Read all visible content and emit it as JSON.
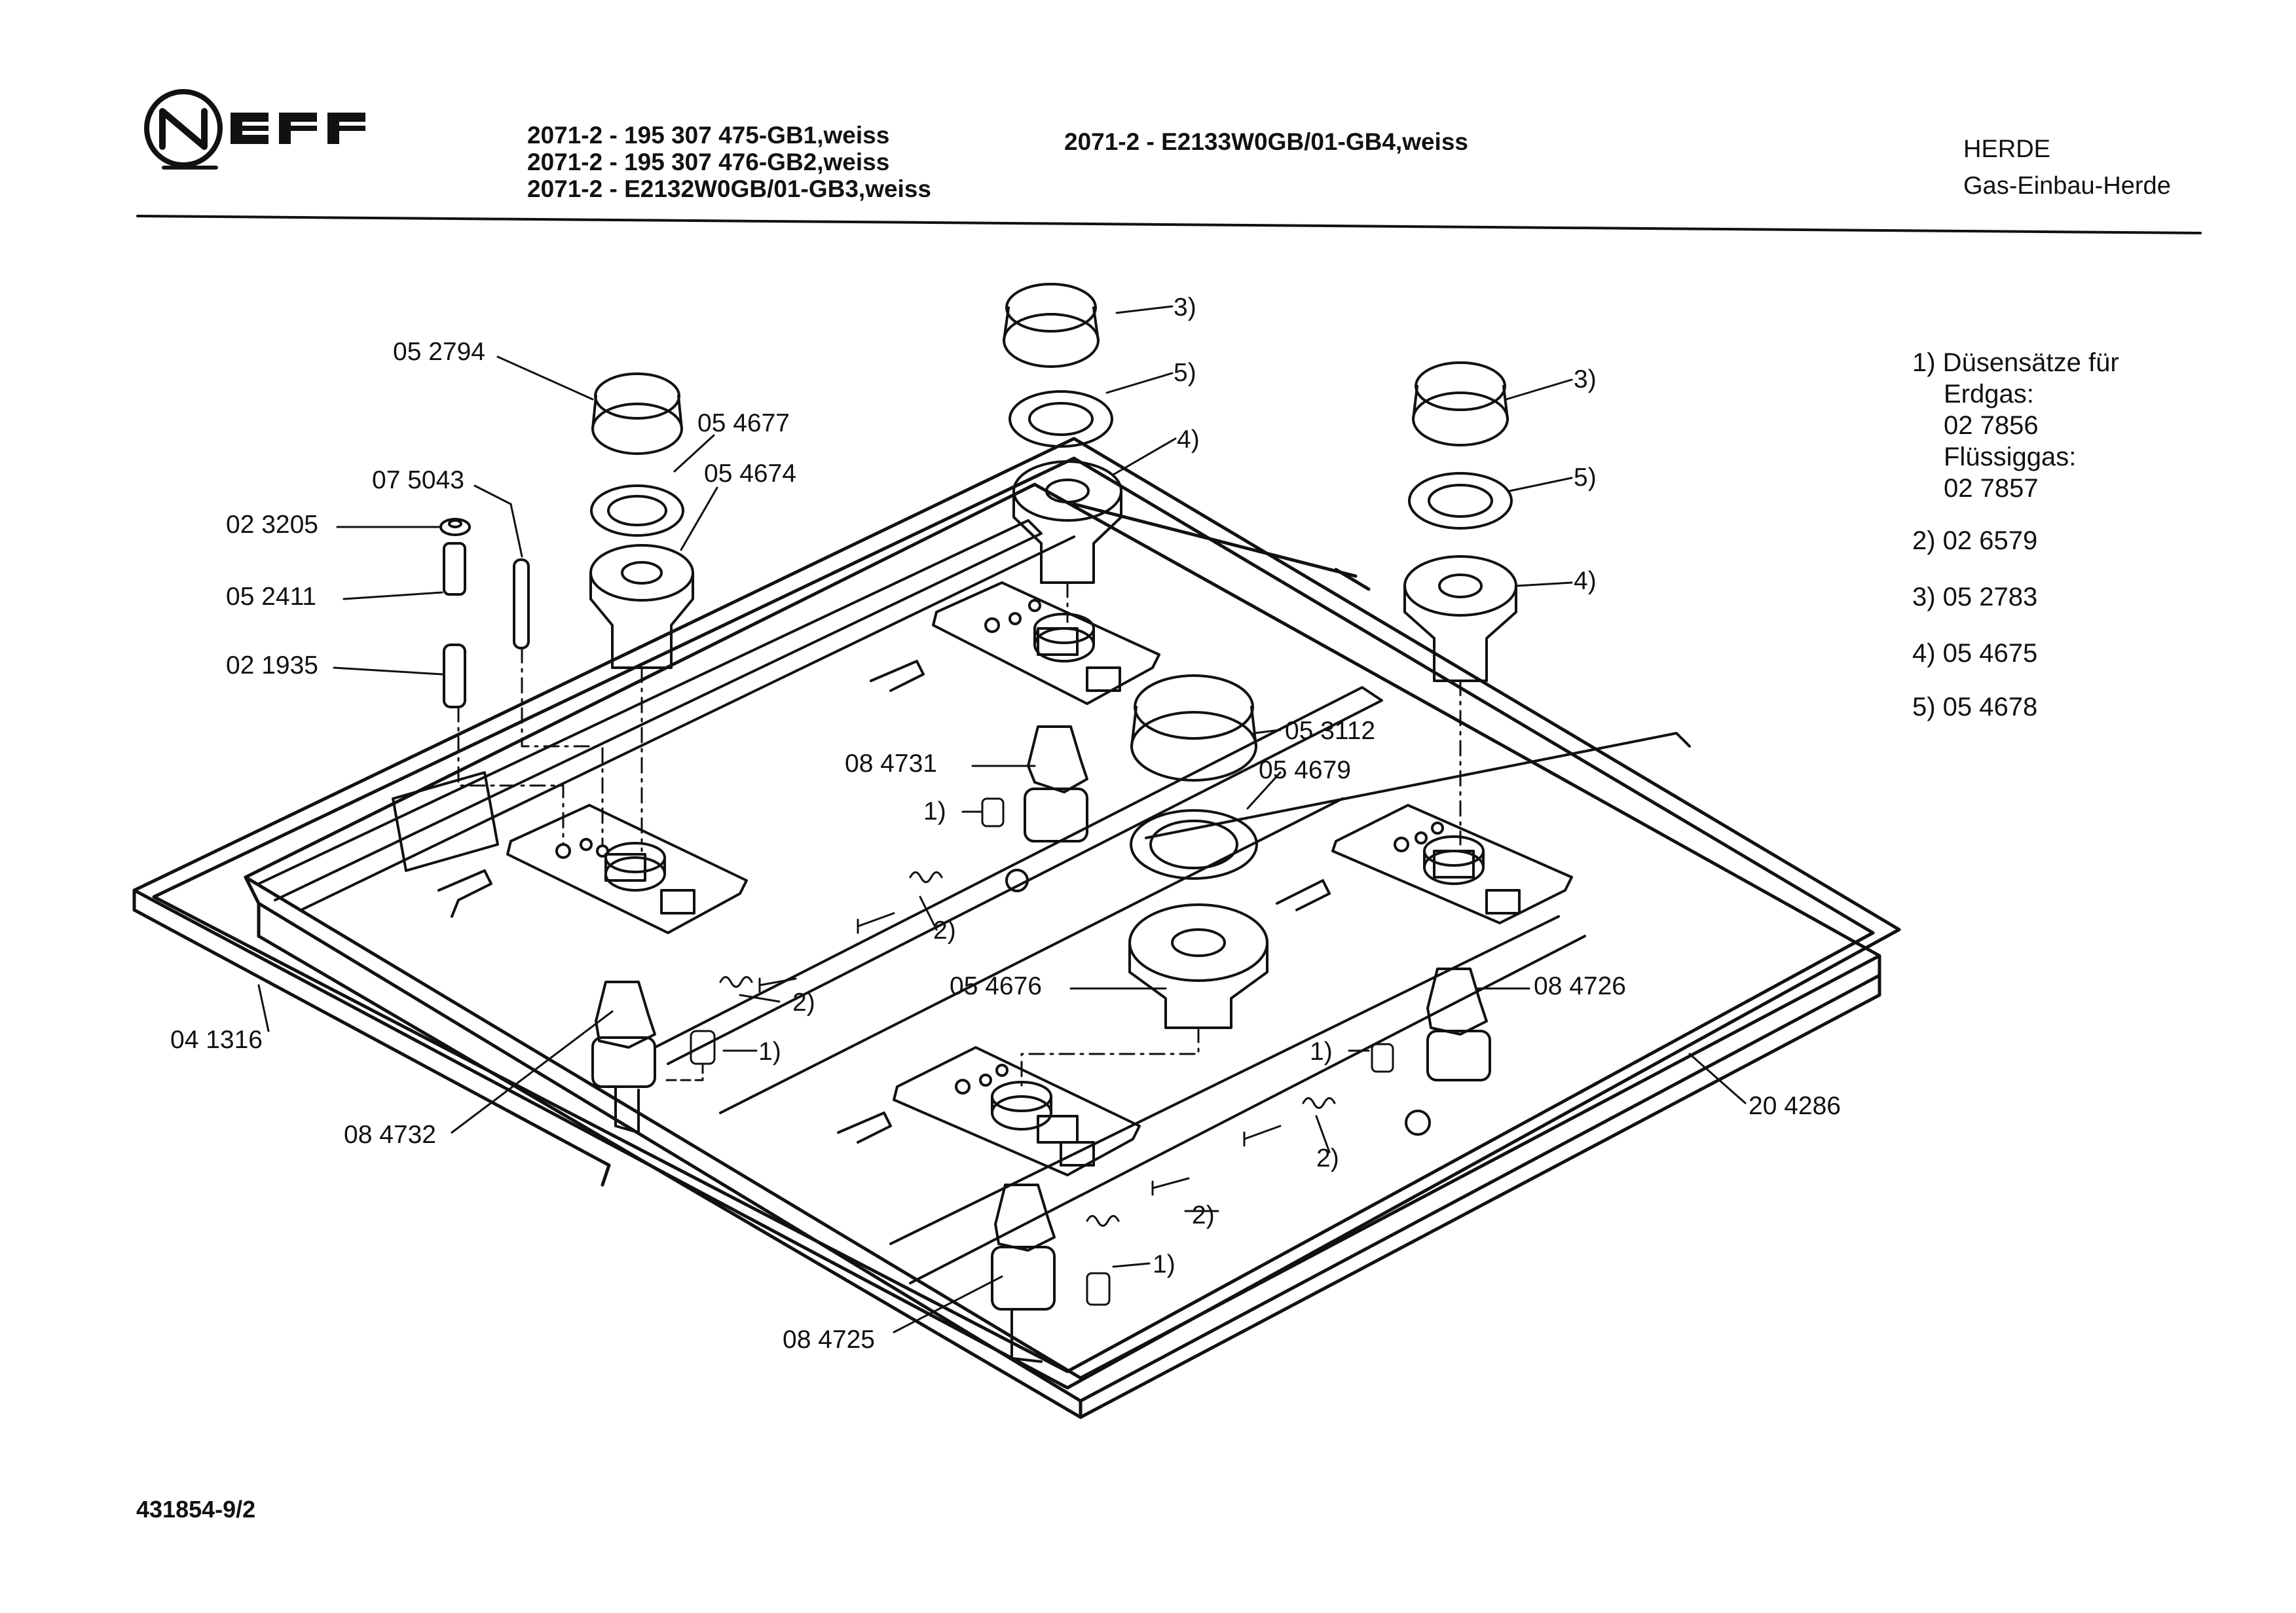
{
  "header": {
    "brand": "NEFF",
    "models_left": [
      "2071-2 - 195 307 475-GB1,weiss",
      "2071-2 - 195 307 476-GB2,weiss",
      "2071-2 - E2132W0GB/01-GB3,weiss"
    ],
    "model_mid": "2071-2 - E2133W0GB/01-GB4,weiss",
    "category": "HERDE",
    "subcategory": "Gas-Einbau-Herde"
  },
  "notes": {
    "note1_title": "1) Düsensätze für",
    "note1_erdgas_label": "Erdgas:",
    "note1_erdgas_value": "02 7856",
    "note1_fluessig_label": "Flüssiggas:",
    "note1_fluessig_value": "02 7857",
    "note2": "2) 02 6579",
    "note3": "3) 05 2783",
    "note4": "4) 05 4675",
    "note5": "5) 05 4678"
  },
  "part_labels": {
    "p052794": "05 2794",
    "p054677": "05 4677",
    "p075043": "07 5043",
    "p054674": "05 4674",
    "p023205": "02 3205",
    "p052411": "05 2411",
    "p021935": "02 1935",
    "p084731": "08 4731",
    "p053112": "05 3112",
    "p054679": "05 4679",
    "p054676": "05 4676",
    "p084726": "08 4726",
    "p041316": "04 1316",
    "p084732": "08 4732",
    "p204286": "20 4286",
    "p084725": "08 4725",
    "ref3a": "3)",
    "ref5a": "5)",
    "ref4a": "4)",
    "ref3b": "3)",
    "ref5b": "5)",
    "ref4b": "4)",
    "ref1a": "1)",
    "ref2a": "2)",
    "ref2b": "2)",
    "ref1b": "1)",
    "ref1c": "1)",
    "ref2c": "2)",
    "ref2d": "2)",
    "ref1d": "1)"
  },
  "footer": {
    "doc_number": "431854-9/2"
  }
}
